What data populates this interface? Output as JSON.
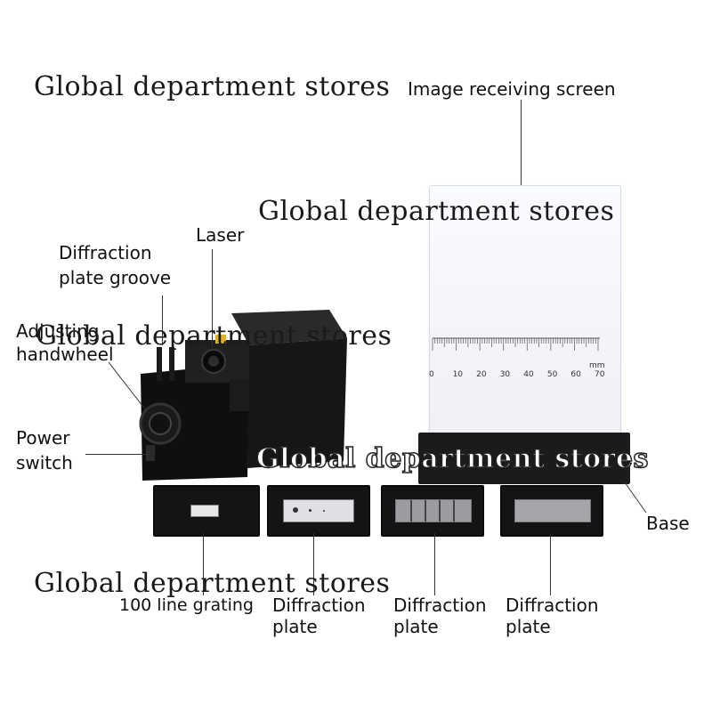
{
  "watermark": {
    "text": "Global department stores"
  },
  "labels": {
    "image_receiving_screen": "Image receiving screen",
    "laser": "Laser",
    "diffraction_plate_groove_line1": "Diffraction",
    "diffraction_plate_groove_line2": "plate groove",
    "adjusting_handwheel_line1": "Adjusting",
    "adjusting_handwheel_line2": "handwheel",
    "power_switch_line1": "Power",
    "power_switch_line2": "switch",
    "base": "Base",
    "line_grating": "100 line grating",
    "diffraction_plate_1_line1": "Diffraction",
    "diffraction_plate_1_line2": "plate",
    "diffraction_plate_2_line1": "Diffraction",
    "diffraction_plate_2_line2": "plate",
    "diffraction_plate_3_line1": "Diffraction",
    "diffraction_plate_3_line2": "plate"
  },
  "ruler": {
    "unit": "mm",
    "ticks": [
      "0",
      "10",
      "20",
      "30",
      "40",
      "50",
      "60",
      "70"
    ]
  }
}
